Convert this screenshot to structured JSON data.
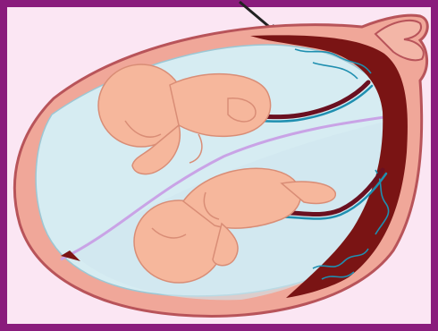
{
  "diagram": {
    "colors": {
      "frame": "#8a1c7c",
      "background": "#fbe6f3",
      "uterus_wall": "#f0a799",
      "uterus_wall_outline": "#b8545a",
      "amniotic_fluid": "#d6ecf2",
      "membrane": "#c9a3e6",
      "placenta": "#7a1414",
      "fetus_skin": "#f6b79c",
      "fetus_outline": "#d98d76",
      "umbilical_artery": "#1f8fb0",
      "umbilical_vein": "#6a1020",
      "arrow": "#222222"
    },
    "parts": [
      "pointer-arrow",
      "uterus-wall",
      "amniotic-sac-upper",
      "amniotic-sac-lower",
      "dividing-membrane",
      "shared-placenta",
      "fetus-upper",
      "fetus-lower",
      "umbilical-cord-upper",
      "umbilical-cord-lower",
      "cervix"
    ]
  }
}
